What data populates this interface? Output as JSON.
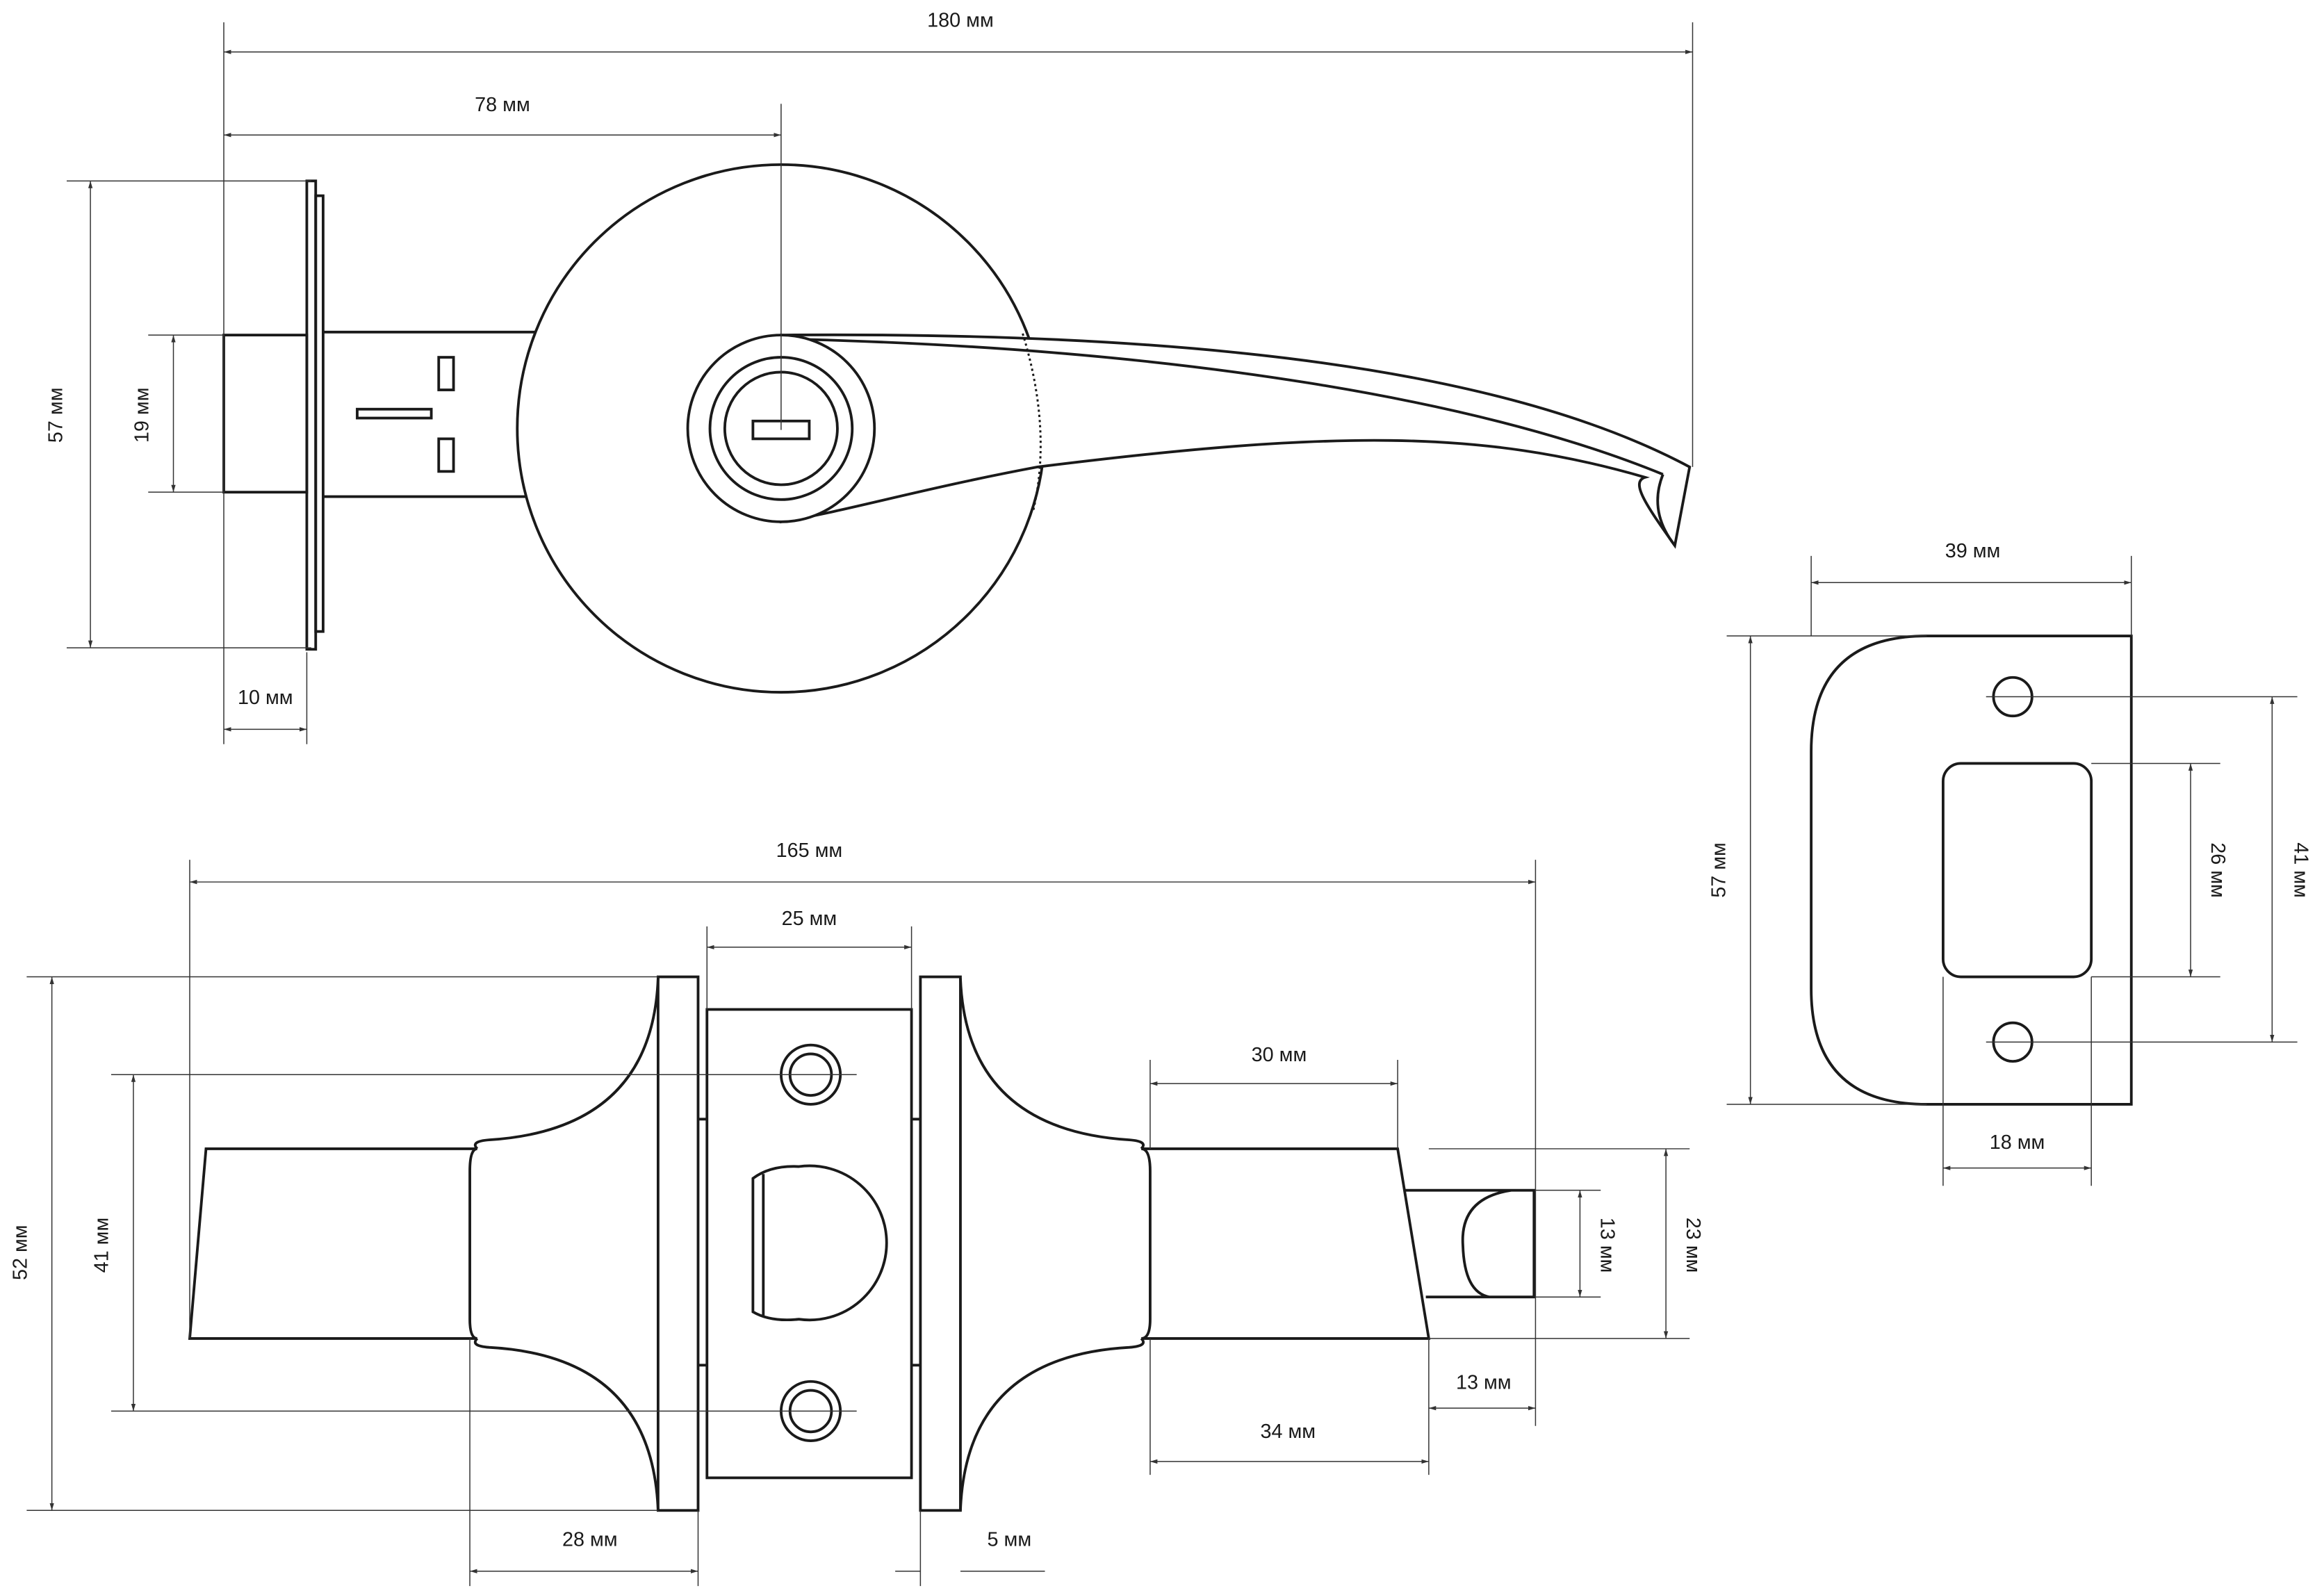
{
  "dimensions": {
    "top_view": {
      "overall_length": "180 мм",
      "backset": "78 мм",
      "rosette_height": "57 мм",
      "latch_face_height": "19 мм",
      "rosette_thickness": "10 мм"
    },
    "strike_plate": {
      "width": "39 мм",
      "height": "57 мм",
      "opening_height": "26 мм",
      "hole_spacing": "41 мм",
      "opening_width": "18 мм"
    },
    "bottom_view": {
      "overall_length": "165 мм",
      "face_plate_width": "25 мм",
      "rosette_diameter": "52 мм",
      "hole_spacing": "41 мм",
      "body_length": "30 мм",
      "bolt_height": "13 мм",
      "body_height": "23 мм",
      "bolt_projection": "13 мм",
      "latch_length": "34 мм",
      "knob_neck": "28 мм",
      "plate_thickness": "5 мм"
    }
  }
}
